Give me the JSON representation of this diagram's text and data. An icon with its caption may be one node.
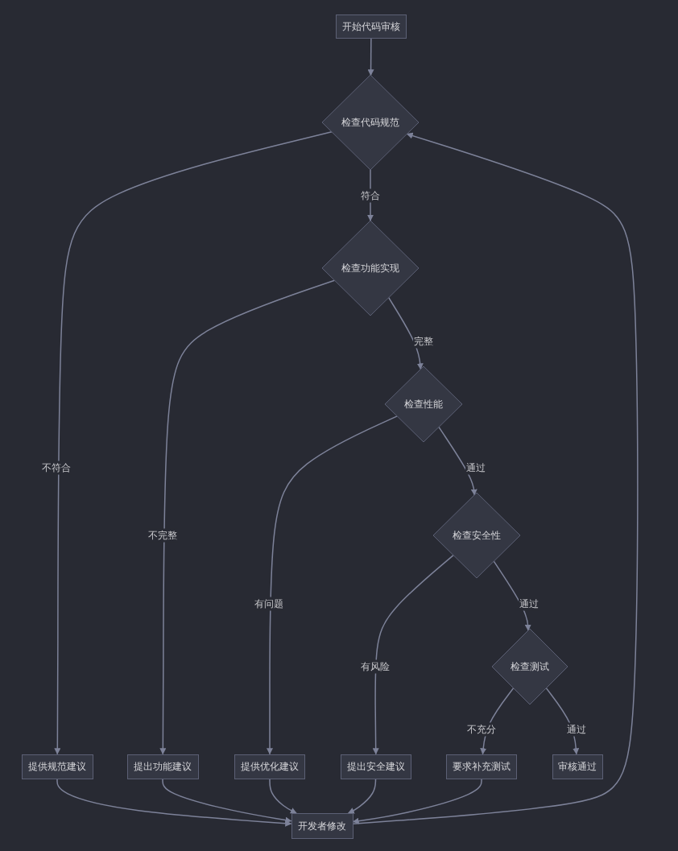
{
  "diagram": {
    "nodes": [
      {
        "text": [
          "开始代码审核"
        ]
      },
      {
        "text": [
          "检查代码规范"
        ]
      },
      {
        "text": [
          "检查功能实现"
        ]
      },
      {
        "text": [
          "检查性能"
        ]
      },
      {
        "text": [
          "检查安全性"
        ]
      },
      {
        "text": [
          "检查测试"
        ]
      },
      {
        "text": [
          "提供规范建议"
        ]
      },
      {
        "text": [
          "提出功能建议"
        ]
      },
      {
        "text": [
          "提供优化建议"
        ]
      },
      {
        "text": [
          "提出安全建议"
        ]
      },
      {
        "text": [
          "要求补充测试"
        ]
      },
      {
        "text": [
          "审核通过"
        ]
      },
      {
        "text": [
          "开发者修改"
        ]
      }
    ],
    "edges": [
      {
        "from": 0,
        "to": 1,
        "arrow": "to"
      },
      {
        "from": 1,
        "to": 2,
        "arrow": "to",
        "label": "符合"
      },
      {
        "from": 1,
        "to": 6,
        "arrow": "to",
        "label": "不符合"
      },
      {
        "from": 2,
        "to": 3,
        "arrow": "to",
        "label": "完整"
      },
      {
        "from": 2,
        "to": 7,
        "arrow": "to",
        "label": "不完整"
      },
      {
        "from": 3,
        "to": 4,
        "arrow": "to",
        "label": "通过"
      },
      {
        "from": 3,
        "to": 8,
        "arrow": "to",
        "label": "有问题"
      },
      {
        "from": 4,
        "to": 5,
        "arrow": "to",
        "label": "通过"
      },
      {
        "from": 4,
        "to": 9,
        "arrow": "to",
        "label": "有风险"
      },
      {
        "from": 5,
        "to": 10,
        "arrow": "to",
        "label": "不充分"
      },
      {
        "from": 5,
        "to": 11,
        "arrow": "to",
        "label": "通过"
      },
      {
        "from": 6,
        "to": 12,
        "arrow": "to"
      },
      {
        "from": 7,
        "to": 12,
        "arrow": "to"
      },
      {
        "from": 8,
        "to": 12,
        "arrow": "to"
      },
      {
        "from": 9,
        "to": 12,
        "arrow": "to"
      },
      {
        "from": 10,
        "to": 12,
        "arrow": "to"
      },
      {
        "from": 12,
        "to": 1,
        "arrow": "to"
      }
    ]
  }
}
